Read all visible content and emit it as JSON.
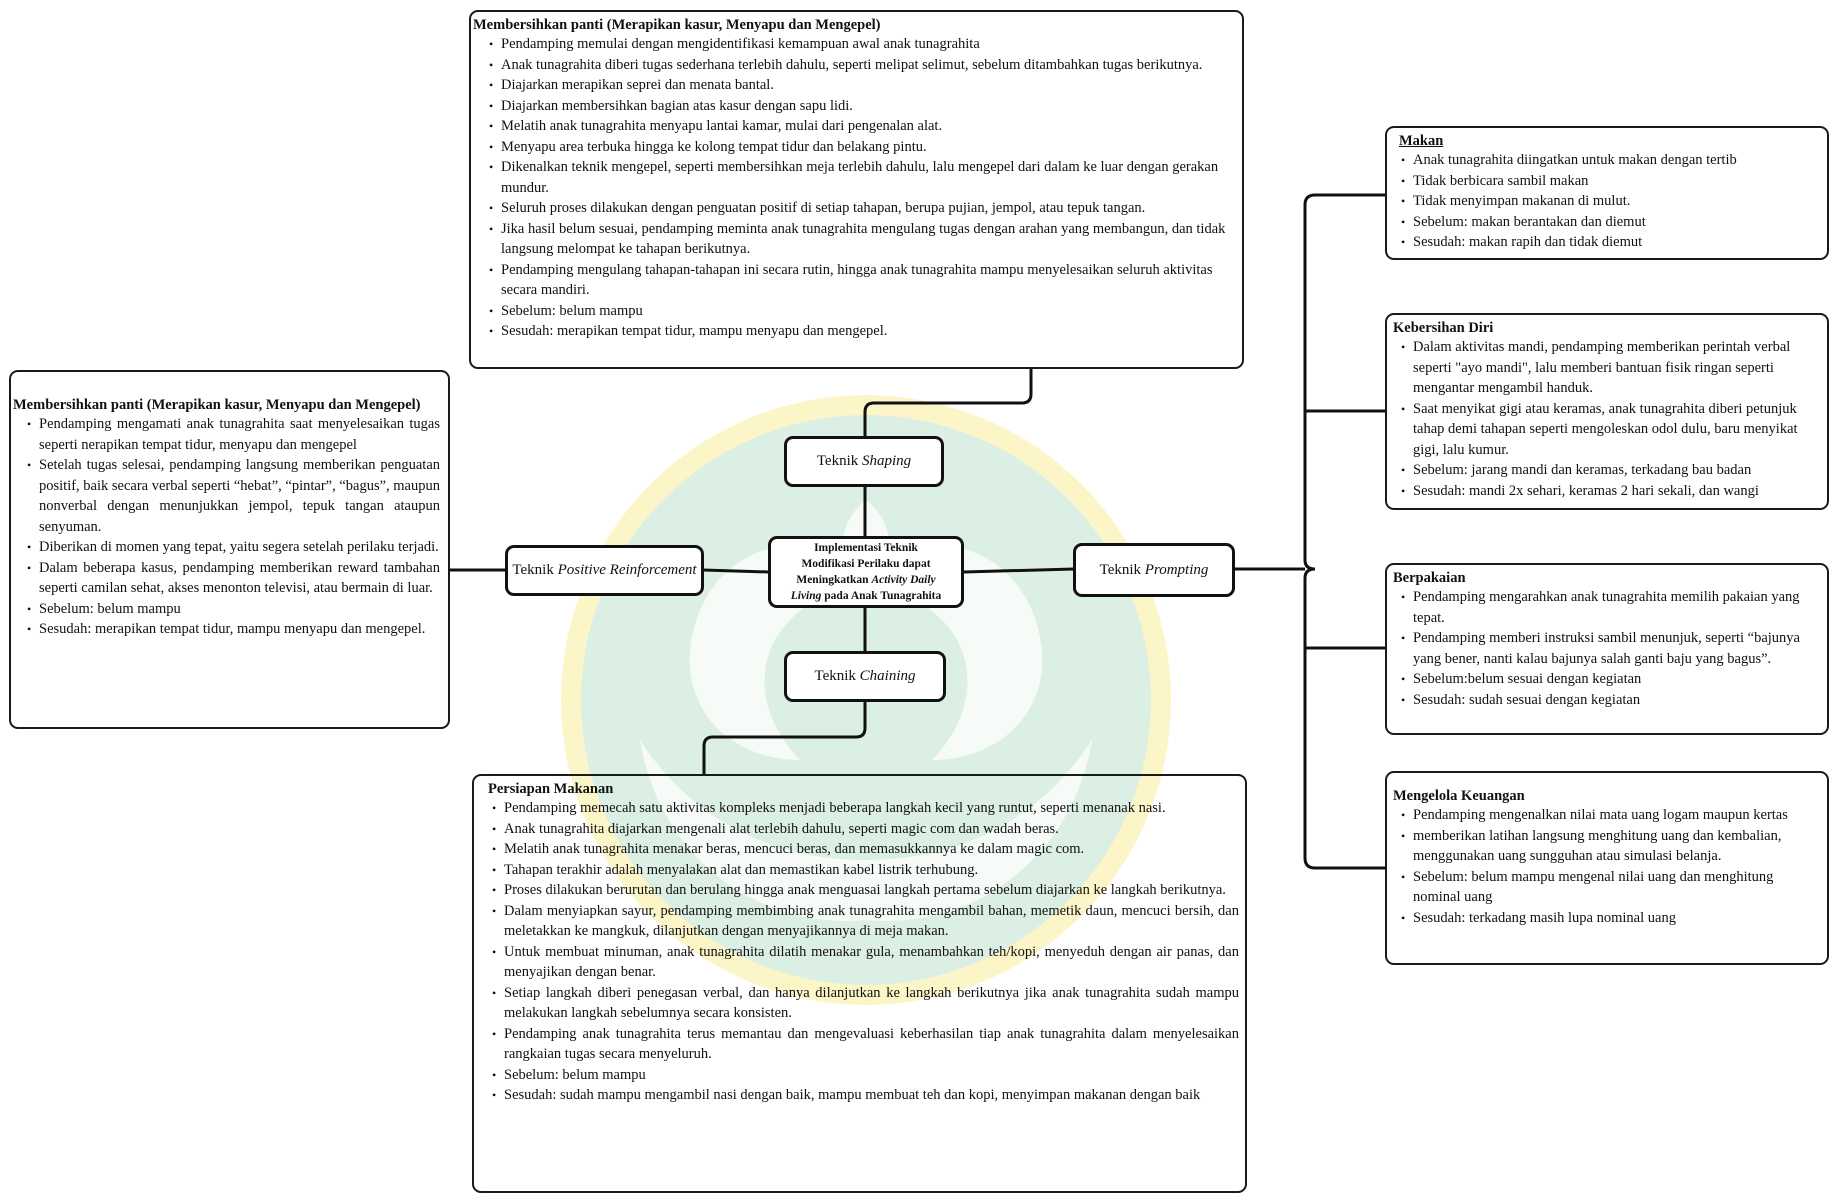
{
  "center": {
    "line1": "Implementasi Teknik",
    "line2": "Modifikasi Perilaku dapat",
    "line3_a": "Meningkatkan ",
    "line3_b": "Activity Daily",
    "line4_a": "Living",
    "line4_b": " pada Anak Tunagrahita"
  },
  "nodes": {
    "shaping": {
      "prefix": "Teknik ",
      "em": "Shaping"
    },
    "chaining": {
      "prefix": "Teknik ",
      "em": "Chaining"
    },
    "prompting": {
      "prefix": "Teknik ",
      "em": "Prompting"
    },
    "reinforcement": {
      "prefix": "Teknik ",
      "em": "Positive Reinforcement"
    }
  },
  "shaping_box": {
    "title": "Membersihkan panti (Merapikan kasur, Menyapu dan Mengepel)",
    "items": [
      "Pendamping memulai dengan mengidentifikasi kemampuan awal anak tunagrahita",
      "Anak tunagrahita diberi tugas sederhana terlebih dahulu, seperti melipat selimut, sebelum ditambahkan tugas berikutnya.",
      "Diajarkan merapikan seprei dan menata bantal.",
      "Diajarkan membersihkan bagian atas kasur dengan sapu lidi.",
      "Melatih anak tunagrahita menyapu lantai kamar, mulai dari pengenalan alat.",
      "Menyapu area terbuka hingga ke kolong tempat tidur dan belakang pintu.",
      "Dikenalkan teknik mengepel, seperti membersihkan meja terlebih dahulu, lalu mengepel dari dalam ke luar dengan gerakan mundur.",
      "Seluruh proses dilakukan dengan penguatan positif di setiap tahapan, berupa pujian, jempol, atau tepuk tangan.",
      "Jika hasil belum sesuai, pendamping meminta anak tunagrahita mengulang tugas dengan arahan yang membangun, dan tidak langsung melompat ke tahapan berikutnya.",
      "Pendamping mengulang tahapan-tahapan ini secara rutin, hingga anak tunagrahita mampu menyelesaikan seluruh aktivitas secara mandiri.",
      "Sebelum: belum mampu",
      "Sesudah: merapikan tempat tidur, mampu menyapu dan mengepel."
    ]
  },
  "reinforcement_box": {
    "title": "Membersihkan panti (Merapikan kasur, Menyapu dan Mengepel)",
    "items": [
      "Pendamping mengamati anak tunagrahita saat menyelesaikan tugas seperti nerapikan tempat tidur, menyapu dan mengepel",
      "Setelah tugas selesai, pendamping langsung memberikan penguatan positif, baik secara verbal seperti “hebat”, “pintar”, “bagus”, maupun nonverbal dengan menunjukkan jempol, tepuk tangan ataupun senyuman.",
      "Diberikan di momen yang tepat, yaitu segera setelah perilaku terjadi.",
      "Dalam beberapa kasus, pendamping memberikan reward tambahan seperti camilan sehat, akses menonton televisi, atau bermain di luar.",
      "Sebelum: belum mampu",
      "Sesudah: merapikan tempat tidur, mampu menyapu dan mengepel."
    ]
  },
  "chaining_box": {
    "title": "Persiapan Makanan",
    "items": [
      "Pendamping memecah satu aktivitas kompleks menjadi beberapa langkah kecil yang runtut, seperti menanak nasi.",
      "Anak tunagrahita diajarkan mengenali alat terlebih dahulu, seperti magic com dan wadah beras.",
      "Melatih anak tunagrahita menakar beras, mencuci beras, dan memasukkannya ke dalam magic com.",
      "Tahapan terakhir adalah menyalakan alat dan memastikan kabel listrik terhubung.",
      "Proses dilakukan berurutan dan berulang hingga anak menguasai langkah pertama sebelum diajarkan ke langkah berikutnya.",
      "Dalam menyiapkan sayur, pendamping membimbing anak tunagrahita mengambil bahan, memetik daun, mencuci bersih, dan meletakkan ke mangkuk, dilanjutkan dengan menyajikannya di meja makan.",
      "Untuk membuat minuman, anak tunagrahita dilatih menakar gula, menambahkan teh/kopi, menyeduh dengan air panas, dan menyajikan dengan benar.",
      "Setiap langkah diberi penegasan verbal, dan hanya dilanjutkan ke langkah berikutnya jika anak tunagrahita sudah mampu melakukan langkah sebelumnya secara konsisten.",
      "Pendamping anak tunagrahita terus memantau dan mengevaluasi keberhasilan tiap anak tunagrahita dalam menyelesaikan rangkaian tugas secara menyeluruh.",
      "Sebelum: belum mampu",
      "Sesudah: sudah mampu mengambil nasi dengan baik, mampu membuat teh dan kopi, menyimpan makanan dengan baik"
    ]
  },
  "makan_box": {
    "title": "Makan",
    "items": [
      "Anak tunagrahita diingatkan untuk makan dengan tertib",
      "Tidak berbicara sambil makan",
      "Tidak menyimpan makanan di mulut.",
      "Sebelum: makan berantakan dan diemut",
      "Sesudah: makan rapih dan tidak diemut"
    ]
  },
  "kebersihan_box": {
    "title": "Kebersihan Diri",
    "items": [
      "Dalam aktivitas mandi, pendamping memberikan perintah verbal seperti \"ayo mandi\", lalu memberi bantuan fisik ringan seperti mengantar mengambil handuk.",
      "Saat menyikat gigi atau keramas, anak tunagrahita diberi petunjuk tahap demi tahapan seperti mengoleskan odol dulu, baru menyikat gigi, lalu kumur.",
      "Sebelum: jarang mandi dan keramas, terkadang bau badan",
      "Sesudah: mandi 2x sehari, keramas 2 hari sekali, dan wangi"
    ]
  },
  "berpakaian_box": {
    "title": "Berpakaian",
    "items": [
      "Pendamping mengarahkan anak tunagrahita memilih pakaian yang tepat.",
      " Pendamping memberi instruksi sambil menunjuk, seperti “bajunya yang bener, nanti kalau bajunya salah ganti baju yang bagus”.",
      "Sebelum:belum sesuai dengan kegiatan",
      "Sesudah: sudah sesuai dengan kegiatan"
    ]
  },
  "keuangan_box": {
    "title": "Mengelola Keuangan",
    "items": [
      "Pendamping mengenalkan nilai mata uang logam maupun kertas",
      "memberikan latihan langsung menghitung uang dan kembalian, menggunakan uang sungguhan atau simulasi belanja.",
      "Sebelum: belum mampu mengenal nilai uang dan menghitung nominal uang",
      "Sesudah: terkadang masih lupa nominal uang"
    ]
  },
  "colors": {
    "line": "#111111",
    "watermark_yellow": "#fbf3c0",
    "watermark_green": "#d9efe3"
  }
}
